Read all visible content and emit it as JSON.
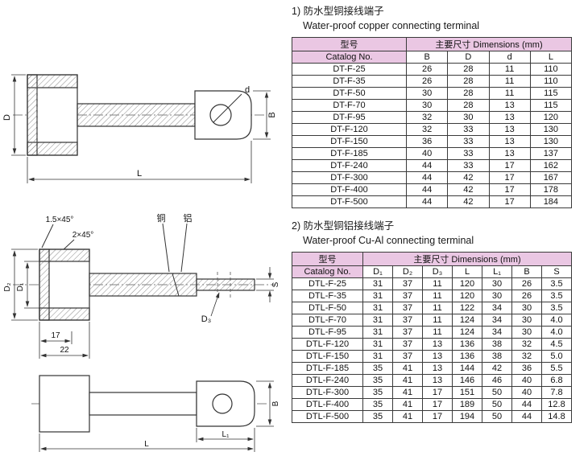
{
  "colors": {
    "table_header_bg": "#eac7e3",
    "line": "#333333"
  },
  "section1": {
    "title_cn": "1) 防水型铜接线端子",
    "title_en": "Water-proof copper connecting terminal",
    "table": {
      "col_model_cn": "型号",
      "col_model_en": "Catalog No.",
      "col_dims": "主要尺寸 Dimensions (mm)",
      "columns": [
        "B",
        "D",
        "d",
        "L"
      ],
      "rows": [
        {
          "model": "DT-F-25",
          "values": [
            "26",
            "28",
            "11",
            "110"
          ]
        },
        {
          "model": "DT-F-35",
          "values": [
            "26",
            "28",
            "11",
            "110"
          ]
        },
        {
          "model": "DT-F-50",
          "values": [
            "30",
            "28",
            "11",
            "115"
          ]
        },
        {
          "model": "DT-F-70",
          "values": [
            "30",
            "28",
            "13",
            "115"
          ]
        },
        {
          "model": "DT-F-95",
          "values": [
            "32",
            "30",
            "13",
            "120"
          ]
        },
        {
          "model": "DT-F-120",
          "values": [
            "32",
            "33",
            "13",
            "130"
          ]
        },
        {
          "model": "DT-F-150",
          "values": [
            "36",
            "33",
            "13",
            "130"
          ]
        },
        {
          "model": "DT-F-185",
          "values": [
            "40",
            "33",
            "13",
            "137"
          ]
        },
        {
          "model": "DT-F-240",
          "values": [
            "44",
            "33",
            "17",
            "162"
          ]
        },
        {
          "model": "DT-F-300",
          "values": [
            "44",
            "42",
            "17",
            "167"
          ]
        },
        {
          "model": "DT-F-400",
          "values": [
            "44",
            "42",
            "17",
            "178"
          ]
        },
        {
          "model": "DT-F-500",
          "values": [
            "44",
            "42",
            "17",
            "184"
          ]
        }
      ]
    }
  },
  "section2": {
    "title_cn": "2) 防水型铜铝接线端子",
    "title_en": "Water-proof Cu-Al connecting terminal",
    "table": {
      "col_model_cn": "型号",
      "col_model_en": "Catalog No.",
      "col_dims": "主要尺寸 Dimensions (mm)",
      "columns": [
        "D₁",
        "D₂",
        "D₃",
        "L",
        "L₁",
        "B",
        "S"
      ],
      "rows": [
        {
          "model": "DTL-F-25",
          "values": [
            "31",
            "37",
            "11",
            "120",
            "30",
            "26",
            "3.5"
          ]
        },
        {
          "model": "DTL-F-35",
          "values": [
            "31",
            "37",
            "11",
            "120",
            "30",
            "26",
            "3.5"
          ]
        },
        {
          "model": "DTL-F-50",
          "values": [
            "31",
            "37",
            "11",
            "122",
            "34",
            "30",
            "3.5"
          ]
        },
        {
          "model": "DTL-F-70",
          "values": [
            "31",
            "37",
            "11",
            "124",
            "34",
            "30",
            "4.0"
          ]
        },
        {
          "model": "DTL-F-95",
          "values": [
            "31",
            "37",
            "11",
            "124",
            "34",
            "30",
            "4.0"
          ]
        },
        {
          "model": "DTL-F-120",
          "values": [
            "31",
            "37",
            "13",
            "136",
            "38",
            "32",
            "4.5"
          ]
        },
        {
          "model": "DTL-F-150",
          "values": [
            "31",
            "37",
            "13",
            "136",
            "38",
            "32",
            "5.0"
          ]
        },
        {
          "model": "DTL-F-185",
          "values": [
            "35",
            "41",
            "13",
            "144",
            "42",
            "36",
            "5.5"
          ]
        },
        {
          "model": "DTL-F-240",
          "values": [
            "35",
            "41",
            "13",
            "146",
            "46",
            "40",
            "6.8"
          ]
        },
        {
          "model": "DTL-F-300",
          "values": [
            "35",
            "41",
            "17",
            "151",
            "50",
            "40",
            "7.8"
          ]
        },
        {
          "model": "DTL-F-400",
          "values": [
            "35",
            "41",
            "17",
            "189",
            "50",
            "44",
            "12.8"
          ]
        },
        {
          "model": "DTL-F-500",
          "values": [
            "35",
            "41",
            "17",
            "194",
            "50",
            "44",
            "14.8"
          ]
        }
      ]
    }
  },
  "drawing1": {
    "labels": {
      "D": "D",
      "B": "B",
      "L": "L",
      "d": "d"
    }
  },
  "drawing2": {
    "labels": {
      "chamfer1": "1.5×45°",
      "chamfer2": "2×45°",
      "cu": "铜",
      "al": "铝",
      "d1": "D₁",
      "d2": "D₂",
      "d3": "D₃",
      "dim17": "17",
      "dim22": "22",
      "s": "S",
      "b": "B",
      "l1": "L₁",
      "l": "L"
    }
  }
}
